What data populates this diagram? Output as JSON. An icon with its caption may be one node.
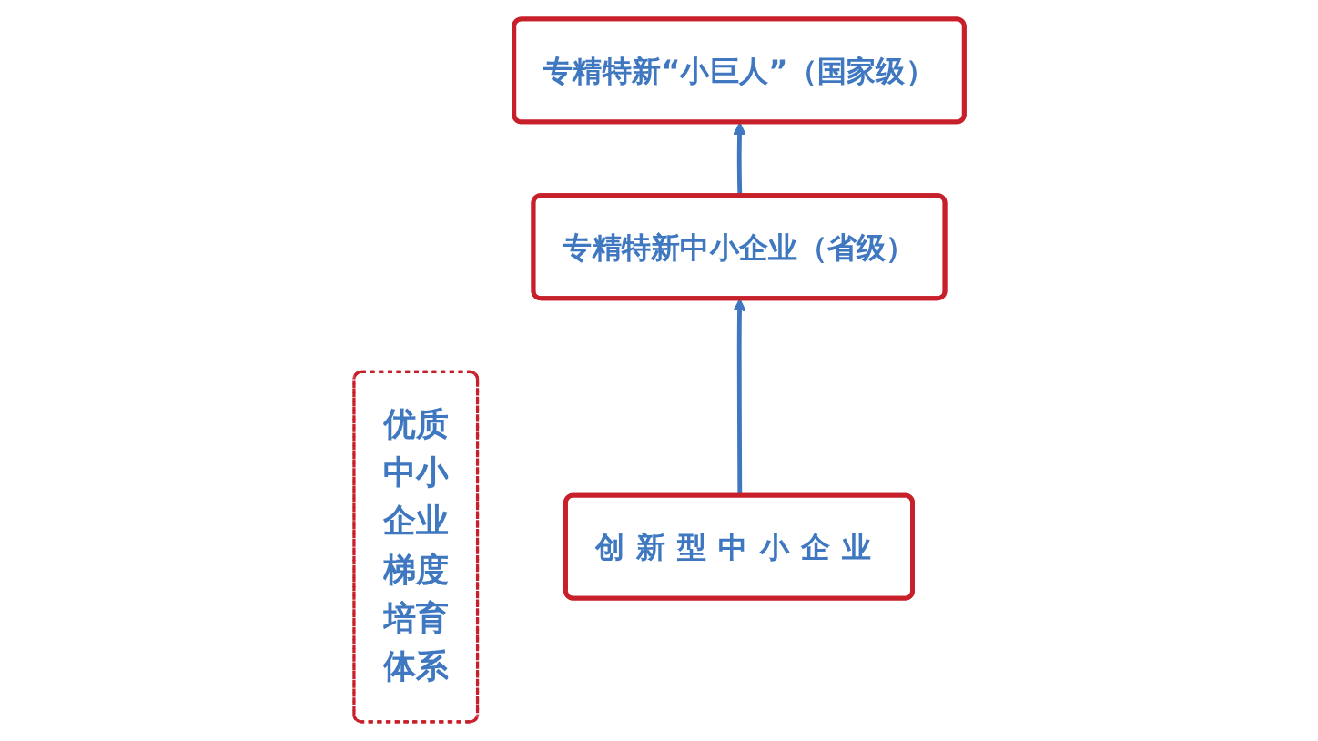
{
  "diagram": {
    "nodes": [
      {
        "text": [
          "优质中小企业梯度培育体系"
        ]
      },
      {
        "text": [
          "专精特新“小巨人”（国家级）"
        ]
      },
      {
        "text": [
          "专精特新中小企业（省级）"
        ]
      },
      {
        "text": [
          "创新型中小企业"
        ]
      }
    ],
    "edges": [
      {
        "from": 3,
        "to": 2,
        "arrow": "to"
      },
      {
        "from": 2,
        "to": 1,
        "arrow": "to"
      }
    ]
  }
}
